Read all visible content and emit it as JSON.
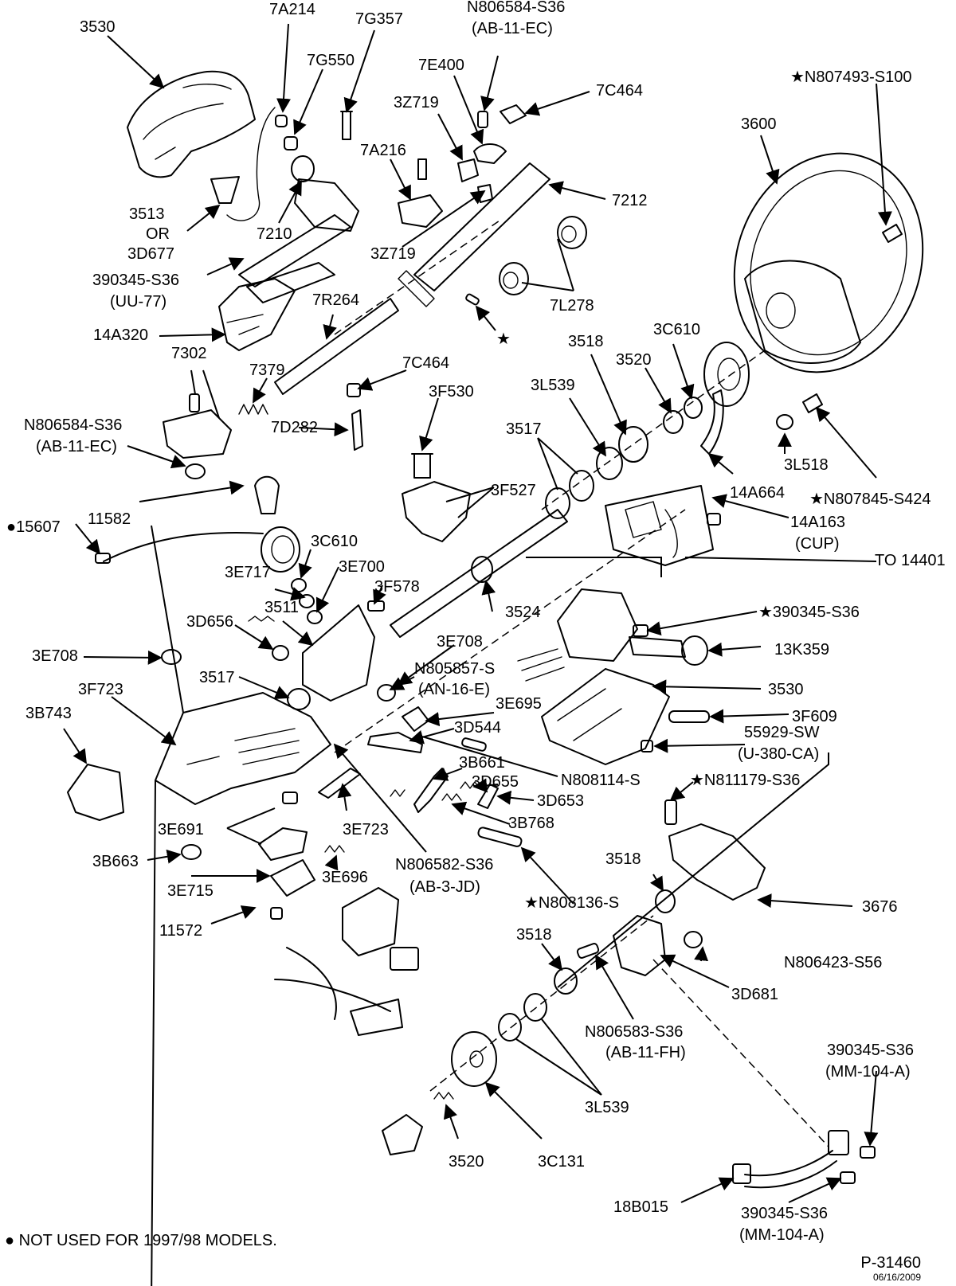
{
  "labels": [
    {
      "id": "l-3530-top",
      "text": "3530"
    },
    {
      "id": "l-7a214",
      "text": "7A214"
    },
    {
      "id": "l-7g357",
      "text": "7G357"
    },
    {
      "id": "l-n806584-top",
      "text": "N806584-S36"
    },
    {
      "id": "l-ab11ec-top",
      "text": "(AB-11-EC)"
    },
    {
      "id": "l-7g550",
      "text": "7G550"
    },
    {
      "id": "l-7e400",
      "text": "7E400"
    },
    {
      "id": "l-7c464-top",
      "text": "7C464"
    },
    {
      "id": "l-n807493",
      "text": "★N807493-S100"
    },
    {
      "id": "l-3z719-a",
      "text": "3Z719"
    },
    {
      "id": "l-3600",
      "text": "3600"
    },
    {
      "id": "l-7a216",
      "text": "7A216"
    },
    {
      "id": "l-7212",
      "text": "7212"
    },
    {
      "id": "l-3513",
      "text": "3513"
    },
    {
      "id": "l-or",
      "text": "OR"
    },
    {
      "id": "l-3d677",
      "text": "3D677"
    },
    {
      "id": "l-7210",
      "text": "7210"
    },
    {
      "id": "l-3z719-b",
      "text": "3Z719"
    },
    {
      "id": "l-390345-uu",
      "text": "390345-S36"
    },
    {
      "id": "l-uu77",
      "text": "(UU-77)"
    },
    {
      "id": "l-7l278",
      "text": "7L278"
    },
    {
      "id": "l-7r264",
      "text": "7R264"
    },
    {
      "id": "l-14a320",
      "text": "14A320"
    },
    {
      "id": "l-star-mid",
      "text": "★"
    },
    {
      "id": "l-3518-a",
      "text": "3518"
    },
    {
      "id": "l-3c610-a",
      "text": "3C610"
    },
    {
      "id": "l-7302",
      "text": "7302"
    },
    {
      "id": "l-3520-a",
      "text": "3520"
    },
    {
      "id": "l-7379",
      "text": "7379"
    },
    {
      "id": "l-7c464-mid",
      "text": "7C464"
    },
    {
      "id": "l-3l539-a",
      "text": "3L539"
    },
    {
      "id": "l-3f530",
      "text": "3F530"
    },
    {
      "id": "l-n806584-mid",
      "text": "N806584-S36"
    },
    {
      "id": "l-ab11ec-mid",
      "text": "(AB-11-EC)"
    },
    {
      "id": "l-7d282",
      "text": "7D282"
    },
    {
      "id": "l-3517-a",
      "text": "3517"
    },
    {
      "id": "l-3l518",
      "text": "3L518"
    },
    {
      "id": "l-14a664",
      "text": "14A664"
    },
    {
      "id": "l-n807845",
      "text": "★N807845-S424"
    },
    {
      "id": "l-3f527",
      "text": "3F527"
    },
    {
      "id": "l-11582",
      "text": "11582"
    },
    {
      "id": "l-15607",
      "text": "●15607"
    },
    {
      "id": "l-14a163",
      "text": "14A163"
    },
    {
      "id": "l-cup",
      "text": "(CUP)"
    },
    {
      "id": "l-3c610-b",
      "text": "3C610"
    },
    {
      "id": "l-to14401",
      "text": "TO 14401"
    },
    {
      "id": "l-3e717",
      "text": "3E717"
    },
    {
      "id": "l-3e700",
      "text": "3E700"
    },
    {
      "id": "l-3f578",
      "text": "3F578"
    },
    {
      "id": "l-3511",
      "text": "3511"
    },
    {
      "id": "l-3524",
      "text": "3524"
    },
    {
      "id": "l-390345-star",
      "text": "★390345-S36"
    },
    {
      "id": "l-3d656",
      "text": "3D656"
    },
    {
      "id": "l-3e708-a",
      "text": "3E708"
    },
    {
      "id": "l-3e708-b",
      "text": "3E708"
    },
    {
      "id": "l-13k359",
      "text": "13K359"
    },
    {
      "id": "l-n805857",
      "text": "N805857-S"
    },
    {
      "id": "l-an16e",
      "text": "(AN-16-E)"
    },
    {
      "id": "l-3517-b",
      "text": "3517"
    },
    {
      "id": "l-3f723",
      "text": "3F723"
    },
    {
      "id": "l-3530-b",
      "text": "3530"
    },
    {
      "id": "l-3e695",
      "text": "3E695"
    },
    {
      "id": "l-3f609",
      "text": "3F609"
    },
    {
      "id": "l-3b743",
      "text": "3B743"
    },
    {
      "id": "l-3d544",
      "text": "3D544"
    },
    {
      "id": "l-55929",
      "text": "55929-SW"
    },
    {
      "id": "l-u380ca",
      "text": "(U-380-CA)"
    },
    {
      "id": "l-3b661",
      "text": "3B661"
    },
    {
      "id": "l-3d655",
      "text": "3D655"
    },
    {
      "id": "l-n808114",
      "text": "N808114-S"
    },
    {
      "id": "l-n811179",
      "text": "★N811179-S36"
    },
    {
      "id": "l-3d653",
      "text": "3D653"
    },
    {
      "id": "l-3e691",
      "text": "3E691"
    },
    {
      "id": "l-3e723",
      "text": "3E723"
    },
    {
      "id": "l-3b768",
      "text": "3B768"
    },
    {
      "id": "l-3b663",
      "text": "3B663"
    },
    {
      "id": "l-n806582",
      "text": "N806582-S36"
    },
    {
      "id": "l-ab3jd",
      "text": "(AB-3-JD)"
    },
    {
      "id": "l-3518-b",
      "text": "3518"
    },
    {
      "id": "l-3e715",
      "text": "3E715"
    },
    {
      "id": "l-3e696",
      "text": "3E696"
    },
    {
      "id": "l-3676",
      "text": "3676"
    },
    {
      "id": "l-n808136",
      "text": "★N808136-S"
    },
    {
      "id": "l-11572",
      "text": "11572"
    },
    {
      "id": "l-3518-c",
      "text": "3518"
    },
    {
      "id": "l-n806423",
      "text": "N806423-S56"
    },
    {
      "id": "l-3d681",
      "text": "3D681"
    },
    {
      "id": "l-n806583",
      "text": "N806583-S36"
    },
    {
      "id": "l-ab11fh",
      "text": "(AB-11-FH)"
    },
    {
      "id": "l-390345-mm-a",
      "text": "390345-S36"
    },
    {
      "id": "l-mm104a-a",
      "text": "(MM-104-A)"
    },
    {
      "id": "l-3l539-b",
      "text": "3L539"
    },
    {
      "id": "l-3520-b",
      "text": "3520"
    },
    {
      "id": "l-3c131",
      "text": "3C131"
    },
    {
      "id": "l-18b015",
      "text": "18B015"
    },
    {
      "id": "l-390345-mm-b",
      "text": "390345-S36"
    },
    {
      "id": "l-mm104a-b",
      "text": "(MM-104-A)"
    }
  ],
  "footnote": "● NOT USED FOR 1997/98 MODELS.",
  "figure_ref": "P-31460",
  "figure_date": "06/16/2009"
}
